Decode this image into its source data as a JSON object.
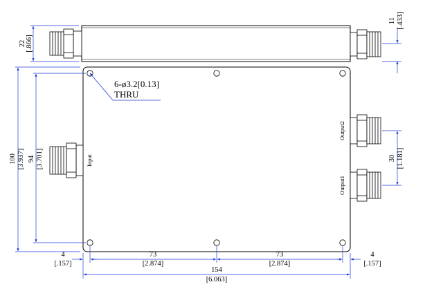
{
  "note": {
    "line1": "6-ø3.2[0.13]",
    "line2": "THRU"
  },
  "ports": {
    "input": "Input",
    "output1": "Output1",
    "output2": "Output2"
  },
  "dimensions": {
    "side_height_mm": "22",
    "side_height_in": "[.866]",
    "side_offset_mm": "11",
    "side_offset_in": "[.433]",
    "height_mm": "100",
    "height_in": "[3.937]",
    "hole_span_v_mm": "94",
    "hole_span_v_in": "[3.701]",
    "output_pitch_mm": "30",
    "output_pitch_in": "[1.181]",
    "edge_left_mm": "4",
    "edge_left_in": "[.157]",
    "hole_pitch1_mm": "73",
    "hole_pitch1_in": "[2.874]",
    "hole_pitch2_mm": "73",
    "hole_pitch2_in": "[2.874]",
    "edge_right_mm": "4",
    "edge_right_in": "[.157]",
    "length_mm": "154",
    "length_in": "[6.063]"
  },
  "colors": {
    "outline": "#000000",
    "dimension": "#1f3bd6",
    "background": "#ffffff"
  }
}
